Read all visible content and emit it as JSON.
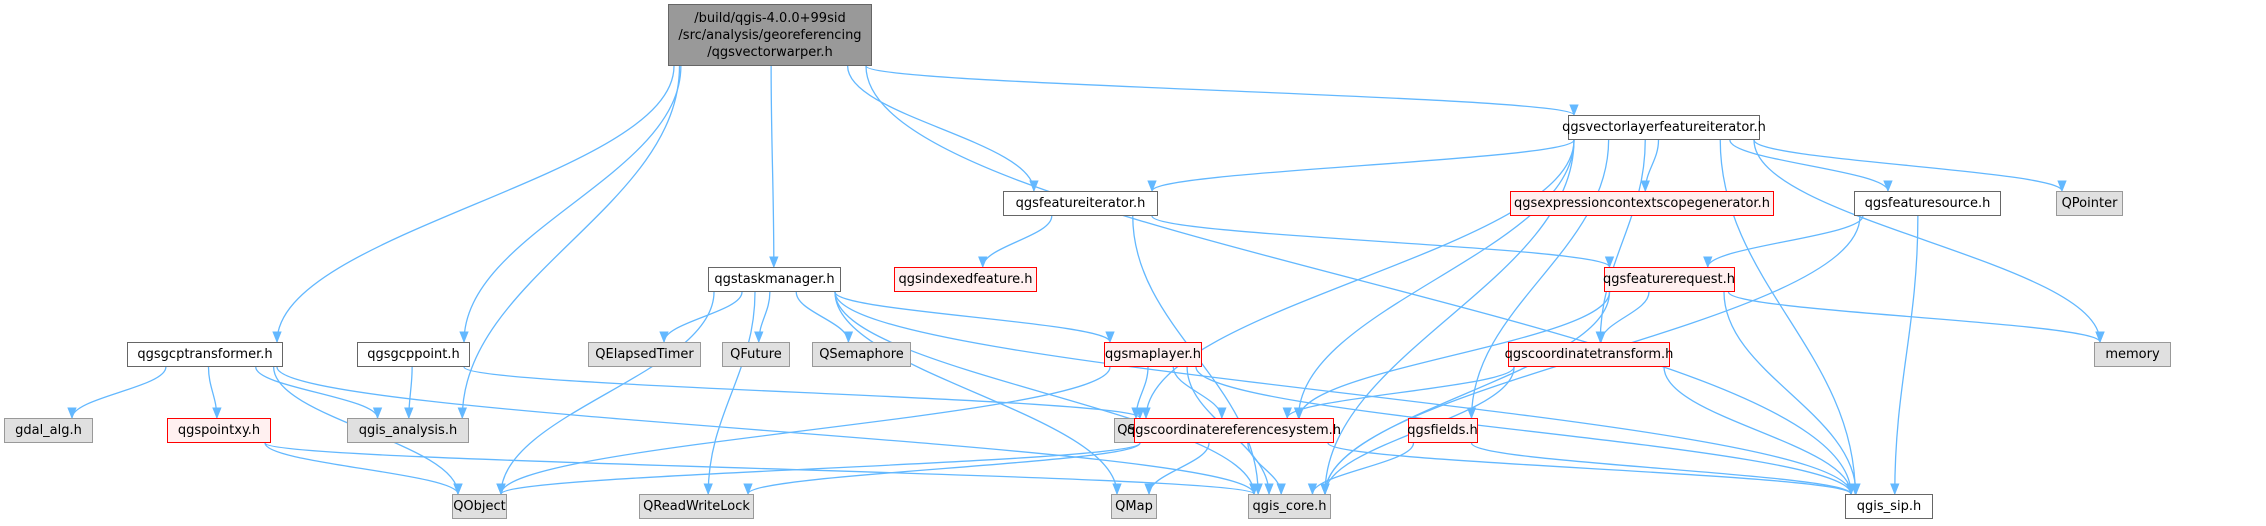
{
  "diagram": {
    "type": "include-dependency-graph",
    "edge_color": "#63b8ff",
    "nodes": [
      {
        "id": "root",
        "label": "/build/qgis-4.0.0+99sid\n/src/analysis/georeferencing\n/qgsvectorwarper.h",
        "style": "root"
      },
      {
        "id": "vlfi",
        "label": "qgsvectorlayerfeatureiterator.h",
        "style": "white"
      },
      {
        "id": "fi",
        "label": "qgsfeatureiterator.h",
        "style": "white"
      },
      {
        "id": "expr",
        "label": "qgsexpressioncontextscopegenerator.h",
        "style": "red"
      },
      {
        "id": "fsrc",
        "label": "qgsfeaturesource.h",
        "style": "white"
      },
      {
        "id": "qptr",
        "label": "QPointer",
        "style": "gray"
      },
      {
        "id": "idxf",
        "label": "qgsindexedfeature.h",
        "style": "red"
      },
      {
        "id": "freq",
        "label": "qgsfeaturerequest.h",
        "style": "red"
      },
      {
        "id": "task",
        "label": "qgstaskmanager.h",
        "style": "white"
      },
      {
        "id": "gcpt",
        "label": "qgsgcptransformer.h",
        "style": "white"
      },
      {
        "id": "gcpp",
        "label": "qgsgcppoint.h",
        "style": "white"
      },
      {
        "id": "qet",
        "label": "QElapsedTimer",
        "style": "gray"
      },
      {
        "id": "qfut",
        "label": "QFuture",
        "style": "gray"
      },
      {
        "id": "qsem",
        "label": "QSemaphore",
        "style": "gray"
      },
      {
        "id": "mapl",
        "label": "qgsmaplayer.h",
        "style": "red"
      },
      {
        "id": "ctr",
        "label": "qgscoordinatetransform.h",
        "style": "red"
      },
      {
        "id": "mem",
        "label": "memory",
        "style": "gray"
      },
      {
        "id": "gdal",
        "label": "gdal_alg.h",
        "style": "gray"
      },
      {
        "id": "ptxy",
        "label": "qgspointxy.h",
        "style": "red"
      },
      {
        "id": "qana",
        "label": "qgis_analysis.h",
        "style": "gray"
      },
      {
        "id": "qset",
        "label": "QSet",
        "style": "gray"
      },
      {
        "id": "crs",
        "label": "qgscoordinatereferencesystem.h",
        "style": "red"
      },
      {
        "id": "flds",
        "label": "qgsfields.h",
        "style": "red"
      },
      {
        "id": "qobj",
        "label": "QObject",
        "style": "gray"
      },
      {
        "id": "qrwl",
        "label": "QReadWriteLock",
        "style": "gray"
      },
      {
        "id": "qmap",
        "label": "QMap",
        "style": "gray"
      },
      {
        "id": "core",
        "label": "qgis_core.h",
        "style": "gray"
      },
      {
        "id": "sip",
        "label": "qgis_sip.h",
        "style": "white"
      }
    ],
    "edges": [
      [
        "root",
        "gcpt"
      ],
      [
        "root",
        "qana"
      ],
      [
        "root",
        "gcpp"
      ],
      [
        "root",
        "task"
      ],
      [
        "root",
        "fi"
      ],
      [
        "root",
        "vlfi"
      ],
      [
        "root",
        "sip"
      ],
      [
        "vlfi",
        "fi"
      ],
      [
        "vlfi",
        "expr"
      ],
      [
        "vlfi",
        "fsrc"
      ],
      [
        "vlfi",
        "qptr"
      ],
      [
        "vlfi",
        "mem"
      ],
      [
        "vlfi",
        "qset"
      ],
      [
        "vlfi",
        "crs"
      ],
      [
        "vlfi",
        "core"
      ],
      [
        "vlfi",
        "ctr"
      ],
      [
        "vlfi",
        "flds"
      ],
      [
        "vlfi",
        "sip"
      ],
      [
        "fi",
        "idxf"
      ],
      [
        "fi",
        "freq"
      ],
      [
        "fi",
        "core"
      ],
      [
        "fsrc",
        "freq"
      ],
      [
        "fsrc",
        "core"
      ],
      [
        "fsrc",
        "sip"
      ],
      [
        "freq",
        "ctr"
      ],
      [
        "freq",
        "crs"
      ],
      [
        "freq",
        "mem"
      ],
      [
        "freq",
        "core"
      ],
      [
        "freq",
        "sip"
      ],
      [
        "task",
        "qet"
      ],
      [
        "task",
        "qfut"
      ],
      [
        "task",
        "qsem"
      ],
      [
        "task",
        "mapl"
      ],
      [
        "task",
        "qobj"
      ],
      [
        "task",
        "qrwl"
      ],
      [
        "task",
        "qmap"
      ],
      [
        "task",
        "core"
      ],
      [
        "task",
        "sip"
      ],
      [
        "gcpt",
        "gdal"
      ],
      [
        "gcpt",
        "ptxy"
      ],
      [
        "gcpt",
        "qana"
      ],
      [
        "gcpt",
        "qobj"
      ],
      [
        "gcpt",
        "core"
      ],
      [
        "gcpp",
        "qana"
      ],
      [
        "gcpp",
        "crs"
      ],
      [
        "ptxy",
        "qobj"
      ],
      [
        "ptxy",
        "core"
      ],
      [
        "mapl",
        "qset"
      ],
      [
        "mapl",
        "crs"
      ],
      [
        "mapl",
        "qobj"
      ],
      [
        "mapl",
        "core"
      ],
      [
        "mapl",
        "sip"
      ],
      [
        "ctr",
        "crs"
      ],
      [
        "ctr",
        "core"
      ],
      [
        "ctr",
        "sip"
      ],
      [
        "crs",
        "qobj"
      ],
      [
        "crs",
        "qrwl"
      ],
      [
        "crs",
        "qmap"
      ],
      [
        "crs",
        "core"
      ],
      [
        "crs",
        "sip"
      ],
      [
        "flds",
        "core"
      ],
      [
        "flds",
        "sip"
      ]
    ]
  }
}
